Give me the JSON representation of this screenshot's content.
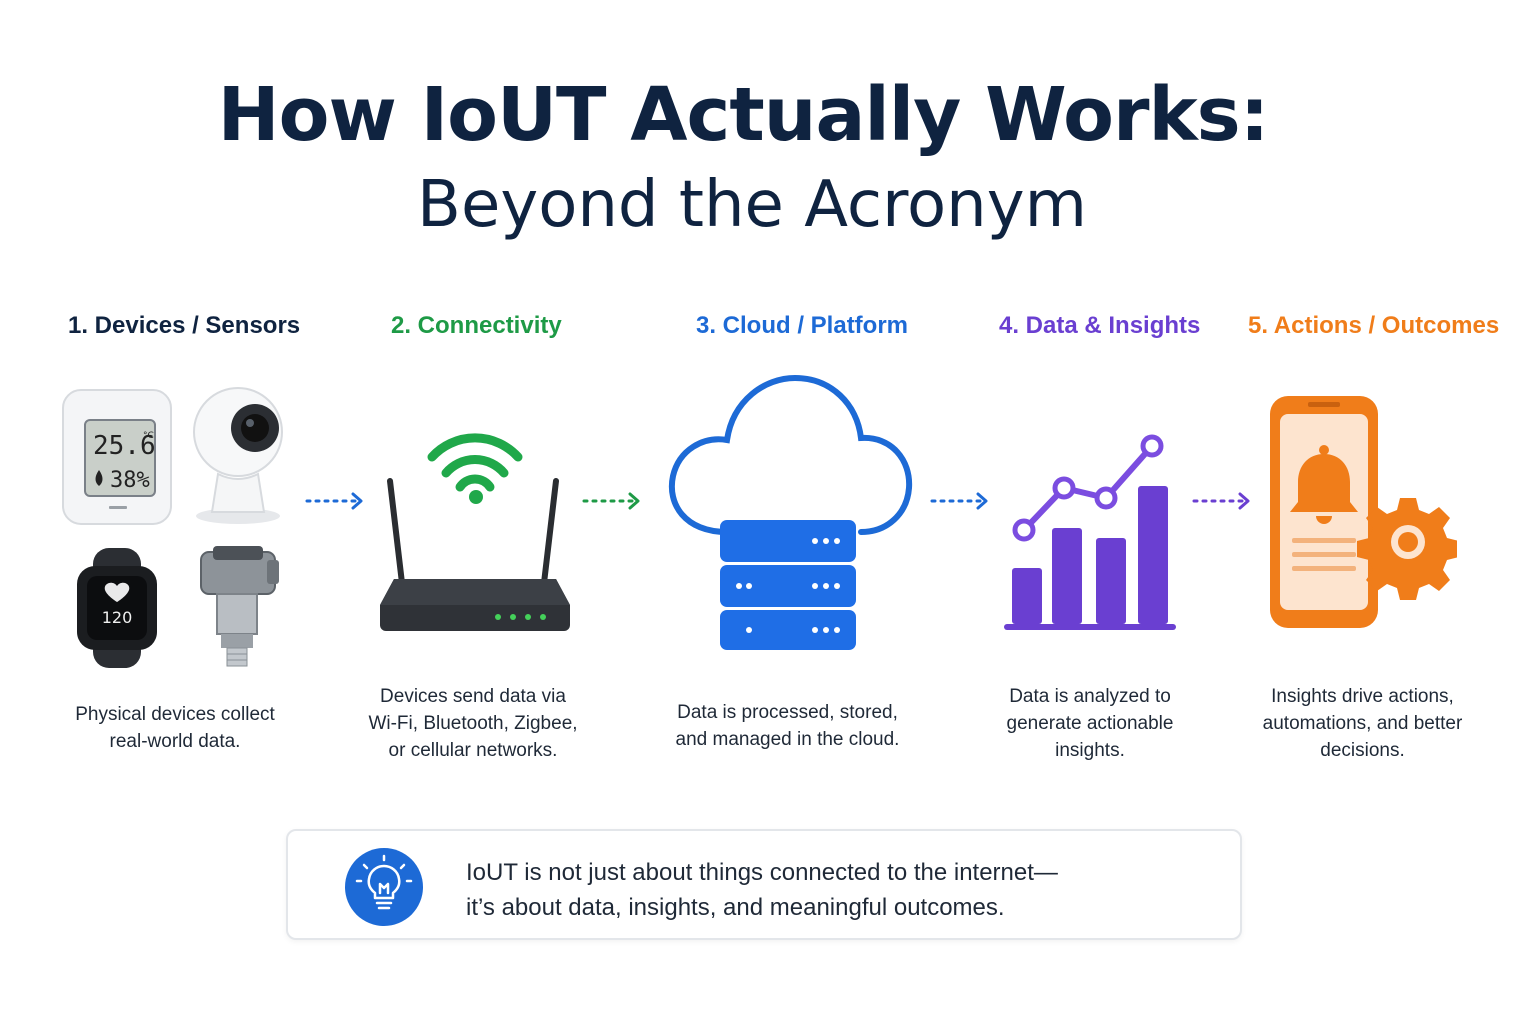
{
  "header": {
    "title": "How IoUT Actually Works:",
    "subtitle": "Beyond the Acronym"
  },
  "steps": [
    {
      "title": "1. Devices / Sensors",
      "desc1": "Physical devices collect",
      "desc2": "real-world data.",
      "desc3": "",
      "color": "#0f2340"
    },
    {
      "title": "2. Connectivity",
      "desc1": "Devices send data via",
      "desc2": "Wi-Fi, Bluetooth, Zigbee,",
      "desc3": "or cellular networks.",
      "color": "#1e9a46"
    },
    {
      "title": "3. Cloud / Platform",
      "desc1": "Data is processed, stored,",
      "desc2": "and managed in the cloud.",
      "desc3": "",
      "color": "#1d6ad6"
    },
    {
      "title": "4. Data & Insights",
      "desc1": "Data is analyzed to",
      "desc2": "generate actionable",
      "desc3": "insights.",
      "color": "#6a3fd1"
    },
    {
      "title": "5. Actions / Outcomes",
      "desc1": "Insights drive actions,",
      "desc2": "automations, and better",
      "desc3": "decisions.",
      "color": "#f07d1a"
    }
  ],
  "devices": {
    "sensor_temp": "25.6",
    "sensor_temp_unit": "°C",
    "sensor_humidity": "38%",
    "watch_heart_rate": "120"
  },
  "callout": {
    "line1": "IoUT is not just about things connected to the internet—",
    "line2": "it’s about data, insights, and meaningful outcomes.",
    "icon": "lightbulb-icon"
  },
  "colors": {
    "title": "#0f2340",
    "connectivity": "#1e9a46",
    "cloud": "#1d6ad6",
    "insights": "#6a3fd1",
    "actions": "#f07d1a"
  }
}
